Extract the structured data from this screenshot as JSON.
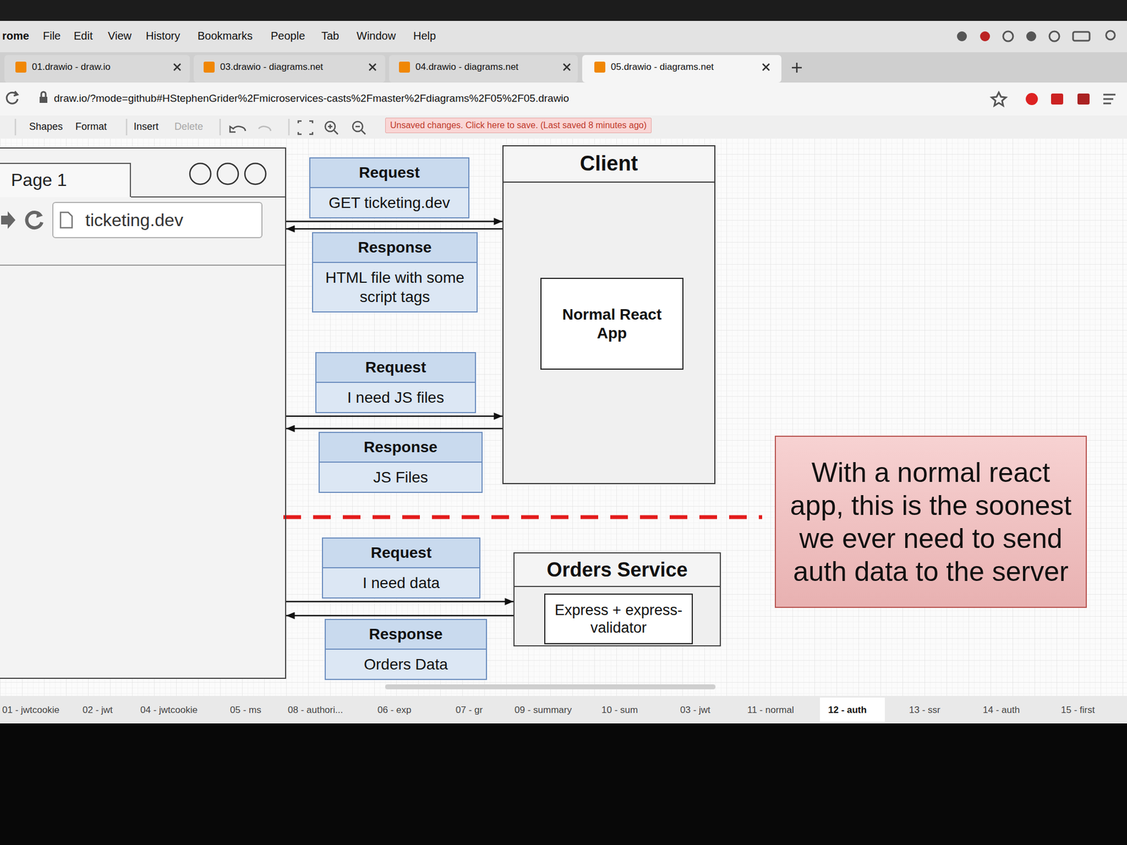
{
  "diagram": {
    "nodes": [
      {
        "text": [
          "Page 1"
        ]
      },
      {
        "text": [
          "ticketing.dev"
        ],
        "in": 0
      },
      {
        "text": [
          "Request",
          "GET ticketing.dev"
        ]
      },
      {
        "text": [
          "Response",
          "HTML file with some script tags"
        ]
      },
      {
        "text": [
          "Client"
        ]
      },
      {
        "text": [
          "Normal React App"
        ],
        "in": 4
      },
      {
        "text": [
          "Request",
          "I need JS files"
        ]
      },
      {
        "text": [
          "Response",
          "JS Files"
        ]
      },
      {
        "text": [
          "Request",
          "I need data"
        ]
      },
      {
        "text": [
          "Response",
          "Orders Data"
        ]
      },
      {
        "text": [
          "Orders Service"
        ]
      },
      {
        "text": [
          "Express + express-validator"
        ],
        "in": 10
      },
      {
        "text": [
          "With a normal react app, this is the soonest we ever need to send auth data to the server"
        ]
      }
    ],
    "edges": [
      {
        "from": 0,
        "to": 4,
        "arrow": "to"
      },
      {
        "from": 4,
        "to": 0,
        "arrow": "to"
      },
      {
        "from": 0,
        "to": 4,
        "arrow": "to"
      },
      {
        "from": 4,
        "to": 0,
        "arrow": "to"
      },
      {
        "from": 0,
        "to": 10,
        "arrow": "to"
      },
      {
        "from": 10,
        "to": 0,
        "arrow": "to"
      }
    ],
    "labels": [
      "rome",
      "File",
      "Edit",
      "View",
      "History",
      "Bookmarks",
      "People",
      "Tab",
      "Window",
      "Help",
      "01.drawio - draw.io",
      "03.drawio - diagrams.net",
      "04.drawio - diagrams.net",
      "05.drawio - diagrams.net",
      "draw.io/?mode=github#HStephenGrider%2Fmicroservices-casts%2Fmaster%2Fdiagrams%2F05%2F05.drawio",
      "Shapes",
      "Format",
      "Insert",
      "Delete",
      "Unsaved changes. Click here to save. (Last saved 8 minutes ago)",
      "01 - jwtcookie",
      "02 - jwt",
      "04 - jwtcookie",
      "05 - ms",
      "08 - authori...",
      "06 - exp",
      "07 - gr",
      "09 - summary",
      "10 - sum",
      "03 - jwt",
      "11 - normal",
      "12 - auth",
      "13 - ssr",
      "14 - auth",
      "15 - first"
    ]
  }
}
